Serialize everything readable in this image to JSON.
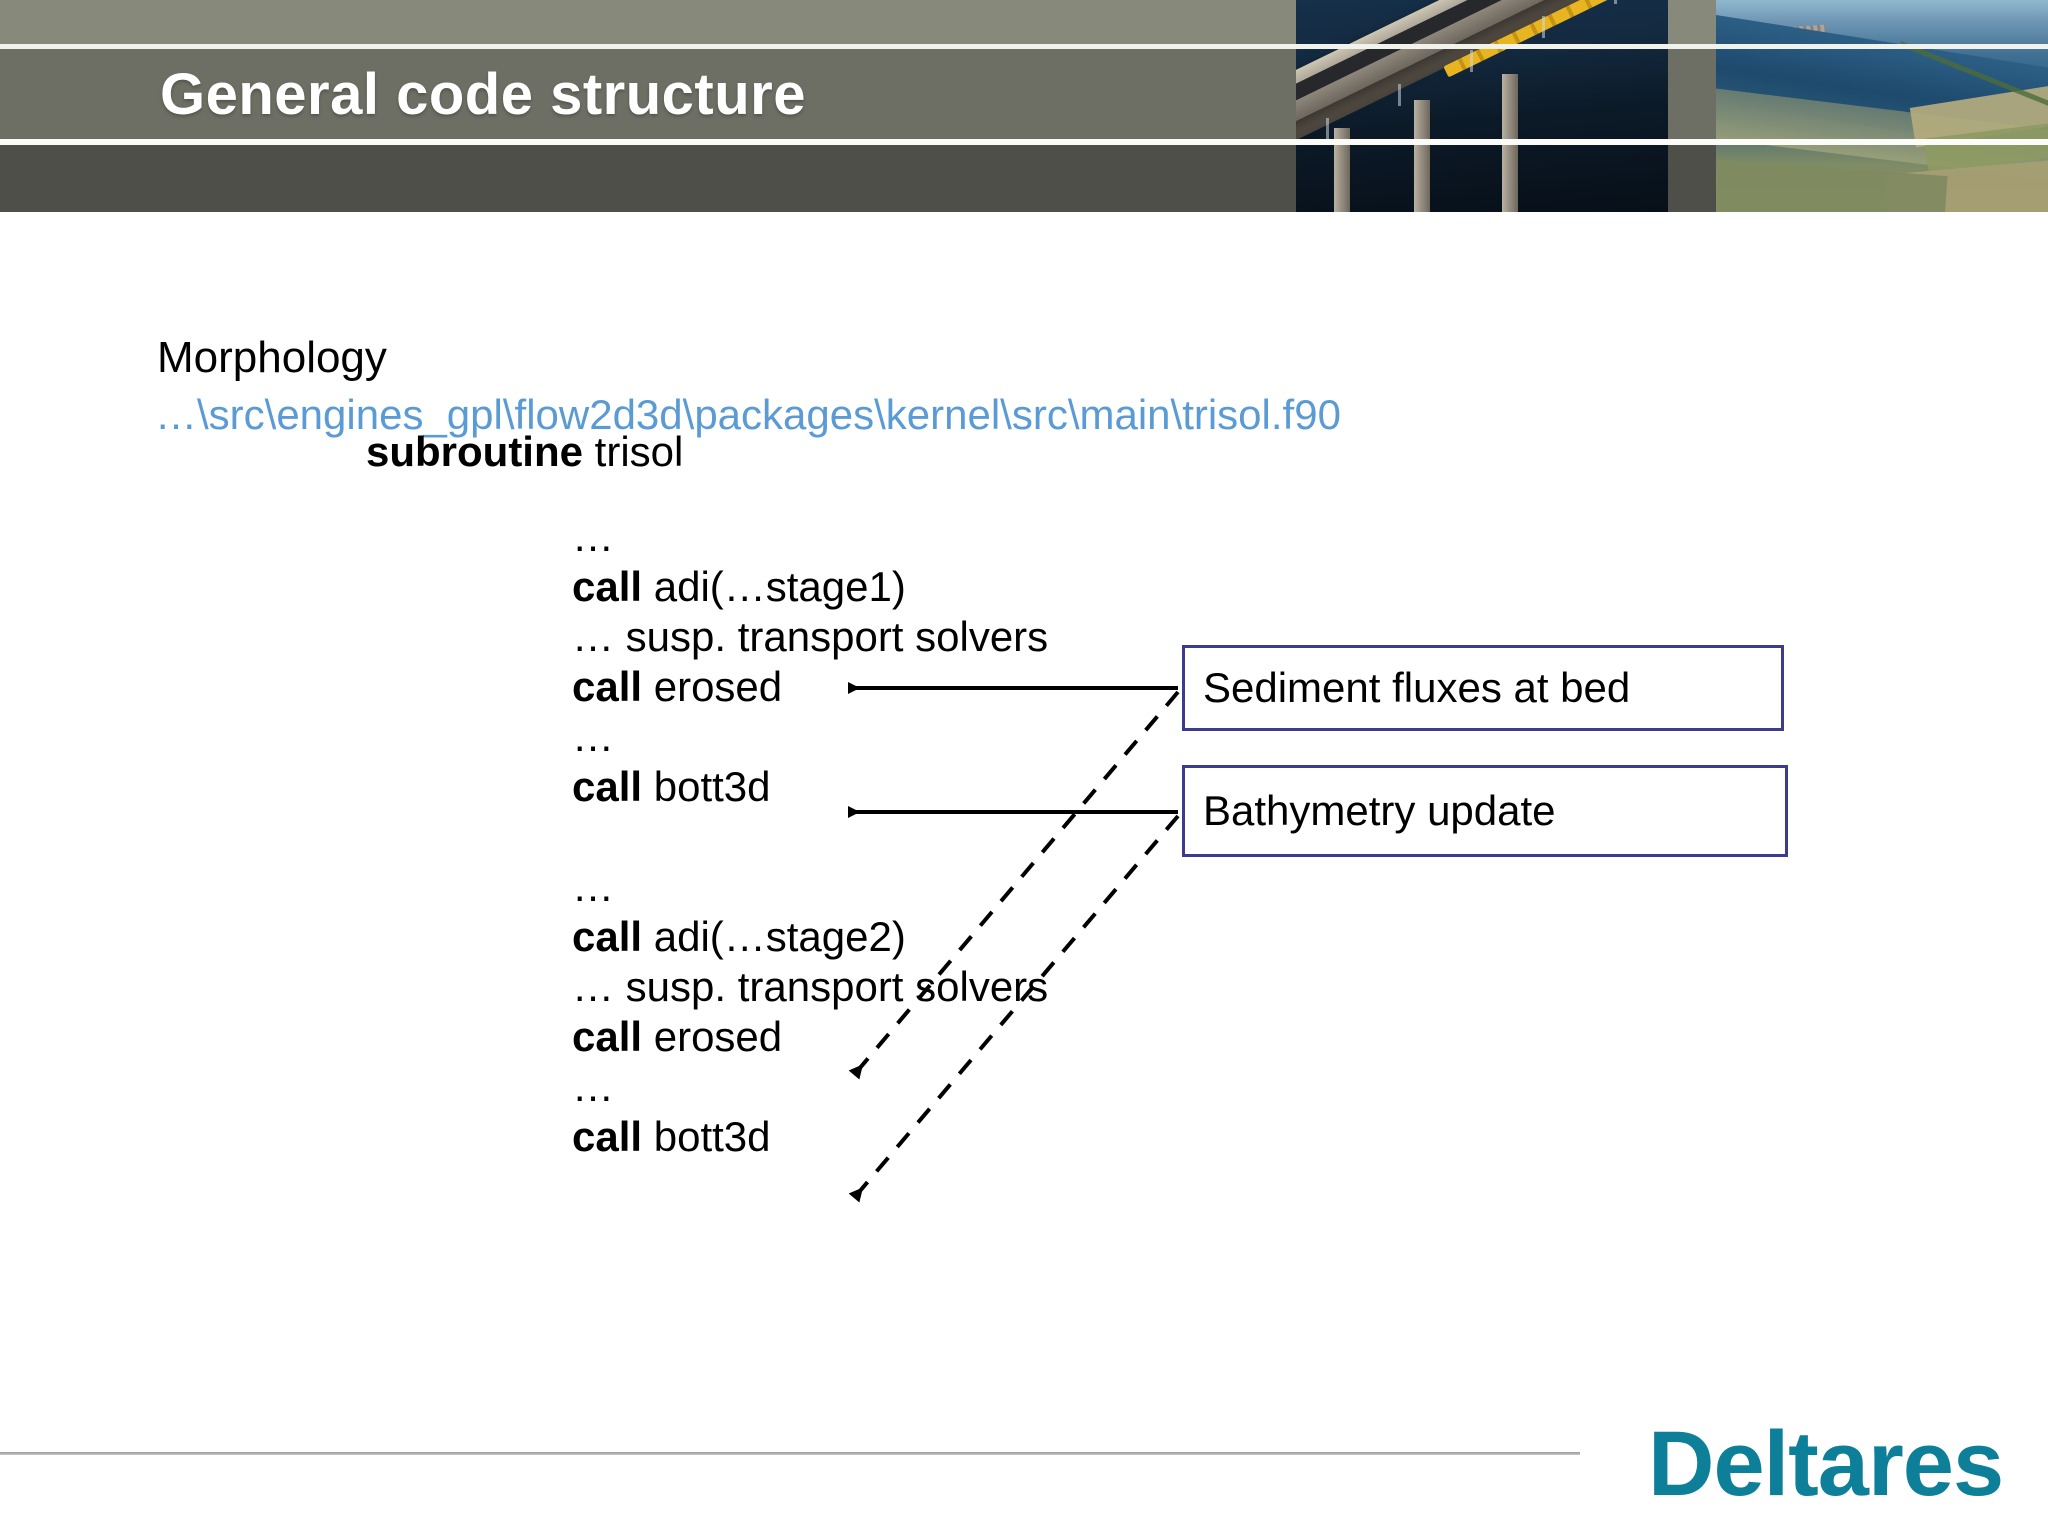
{
  "slide": {
    "title": "General code structure",
    "section_label": "Morphology",
    "file_path": "…\\src\\engines_gpl\\flow2d3d\\packages\\kernel\\src\\main\\trisol.f90",
    "subroutine": {
      "keyword": "subroutine",
      "name": "trisol"
    },
    "code_lines": [
      {
        "bold": "",
        "rest": "…"
      },
      {
        "bold": "call",
        "rest": " adi(…stage1)"
      },
      {
        "bold": "",
        "rest": "… susp. transport solvers"
      },
      {
        "bold": "call",
        "rest": " erosed"
      },
      {
        "bold": "",
        "rest": "…"
      },
      {
        "bold": "call",
        "rest": " bott3d"
      },
      {
        "bold": "",
        "rest": ""
      },
      {
        "bold": "",
        "rest": "…"
      },
      {
        "bold": "call",
        "rest": " adi(…stage2)"
      },
      {
        "bold": "",
        "rest": "… susp. transport solvers"
      },
      {
        "bold": "call",
        "rest": " erosed"
      },
      {
        "bold": "",
        "rest": "…"
      },
      {
        "bold": "call",
        "rest": " bott3d"
      }
    ],
    "callouts": [
      {
        "label": "Sediment fluxes at bed"
      },
      {
        "label": "Bathymetry update"
      }
    ],
    "logo_text": "Deltares",
    "colors": {
      "header_top_band": "#878a7b",
      "header_mid_band": "#6d6f64",
      "header_bottom_band": "#4e4f49",
      "title_text": "#ffffff",
      "path_text": "#5b9bd5",
      "callout_border": "#3b3b8f",
      "logo": "#0e7f99",
      "body_text": "#000000"
    },
    "photos": [
      {
        "name": "bridge-at-night-photo"
      },
      {
        "name": "aerial-river-delta-photo"
      }
    ]
  }
}
